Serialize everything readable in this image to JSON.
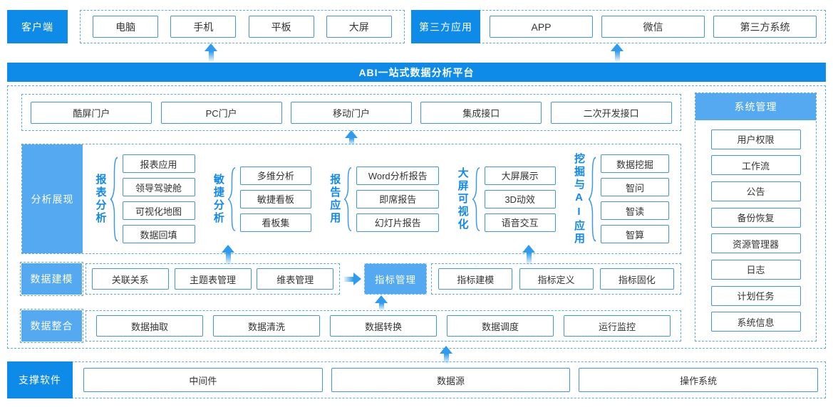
{
  "colors": {
    "primary": "#0E8BE9",
    "light": "#55A9F1",
    "dash": "#5BA7F2",
    "border": "#3E94EC",
    "group_label": "#1288EC",
    "arrow": "#2E9BF0",
    "text": "#333333"
  },
  "top": {
    "client": {
      "label": "客户端",
      "items": [
        "电脑",
        "手机",
        "平板",
        "大屏"
      ]
    },
    "third_party": {
      "label": "第三方应用",
      "items": [
        "APP",
        "微信",
        "第三方系统"
      ]
    }
  },
  "banner": {
    "title": "ABI一站式数据分析平台"
  },
  "platform": {
    "portals": [
      "酷屏门户",
      "PC门户",
      "移动门户",
      "集成接口",
      "二次开发接口"
    ],
    "analysis": {
      "label": "分析展现",
      "groups": [
        {
          "name": "报表分析",
          "items": [
            "报表应用",
            "领导驾驶舱",
            "可视化地图",
            "数据回填"
          ]
        },
        {
          "name": "敏捷分析",
          "items": [
            "多维分析",
            "敏捷看板",
            "看板集"
          ]
        },
        {
          "name": "报告应用",
          "items": [
            "Word分析报告",
            "即席报告",
            "幻灯片报告"
          ]
        },
        {
          "name": "大屏可视化",
          "items": [
            "大屏展示",
            "3D动效",
            "语音交互"
          ]
        },
        {
          "name": "挖掘与AI应用",
          "items": [
            "数据挖掘",
            "智问",
            "智读",
            "智算"
          ]
        }
      ]
    },
    "modeling": {
      "label": "数据建模",
      "items": [
        "关联关系",
        "主题表管理",
        "维表管理"
      ],
      "highlight": "指标管理",
      "indicator_items": [
        "指标建模",
        "指标定义",
        "指标固化"
      ]
    },
    "integration": {
      "label": "数据整合",
      "items": [
        "数据抽取",
        "数据清洗",
        "数据转换",
        "数据调度",
        "运行监控"
      ]
    },
    "system": {
      "label": "系统管理",
      "items": [
        "用户权限",
        "工作流",
        "公告",
        "备份恢复",
        "资源管理器",
        "日志",
        "计划任务",
        "系统信息"
      ]
    }
  },
  "support": {
    "label": "支撑软件",
    "items": [
      "中间件",
      "数据源",
      "操作系统"
    ]
  }
}
